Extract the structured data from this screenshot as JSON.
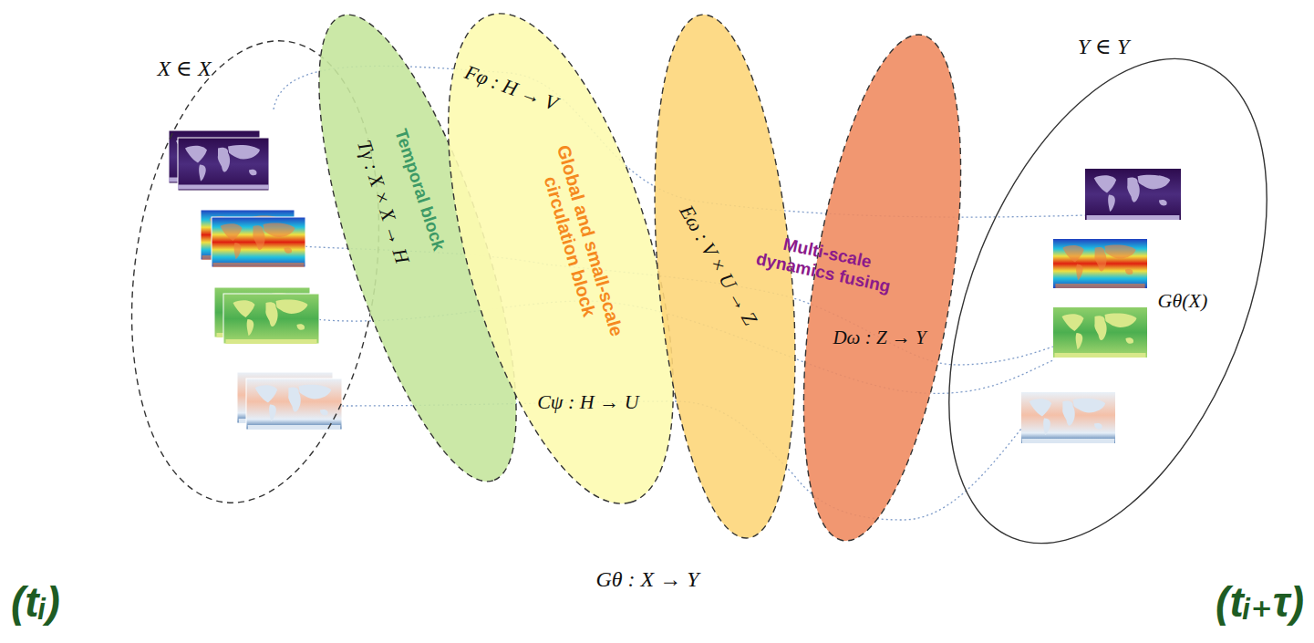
{
  "diagram": {
    "nodes": [
      {
        "text": [
          "X ∈ X"
        ]
      },
      {
        "text": [
          "Temporal block",
          "Tγ : X × X → H"
        ]
      },
      {
        "text": [
          "Fφ : H → V",
          "Global and small-scale circulation block",
          "Cψ : H → U"
        ]
      },
      {
        "text": [
          "Eω : V × U → Z",
          "Multi-scale dynamics fusing"
        ]
      },
      {
        "text": [
          "Dω : Z → Y"
        ]
      },
      {
        "text": [
          "Y ∈ Y",
          "Gθ(X)"
        ]
      }
    ],
    "labels": [
      "Gθ : X → Y",
      "(tᵢ)",
      "(tᵢ₊τ)"
    ]
  }
}
